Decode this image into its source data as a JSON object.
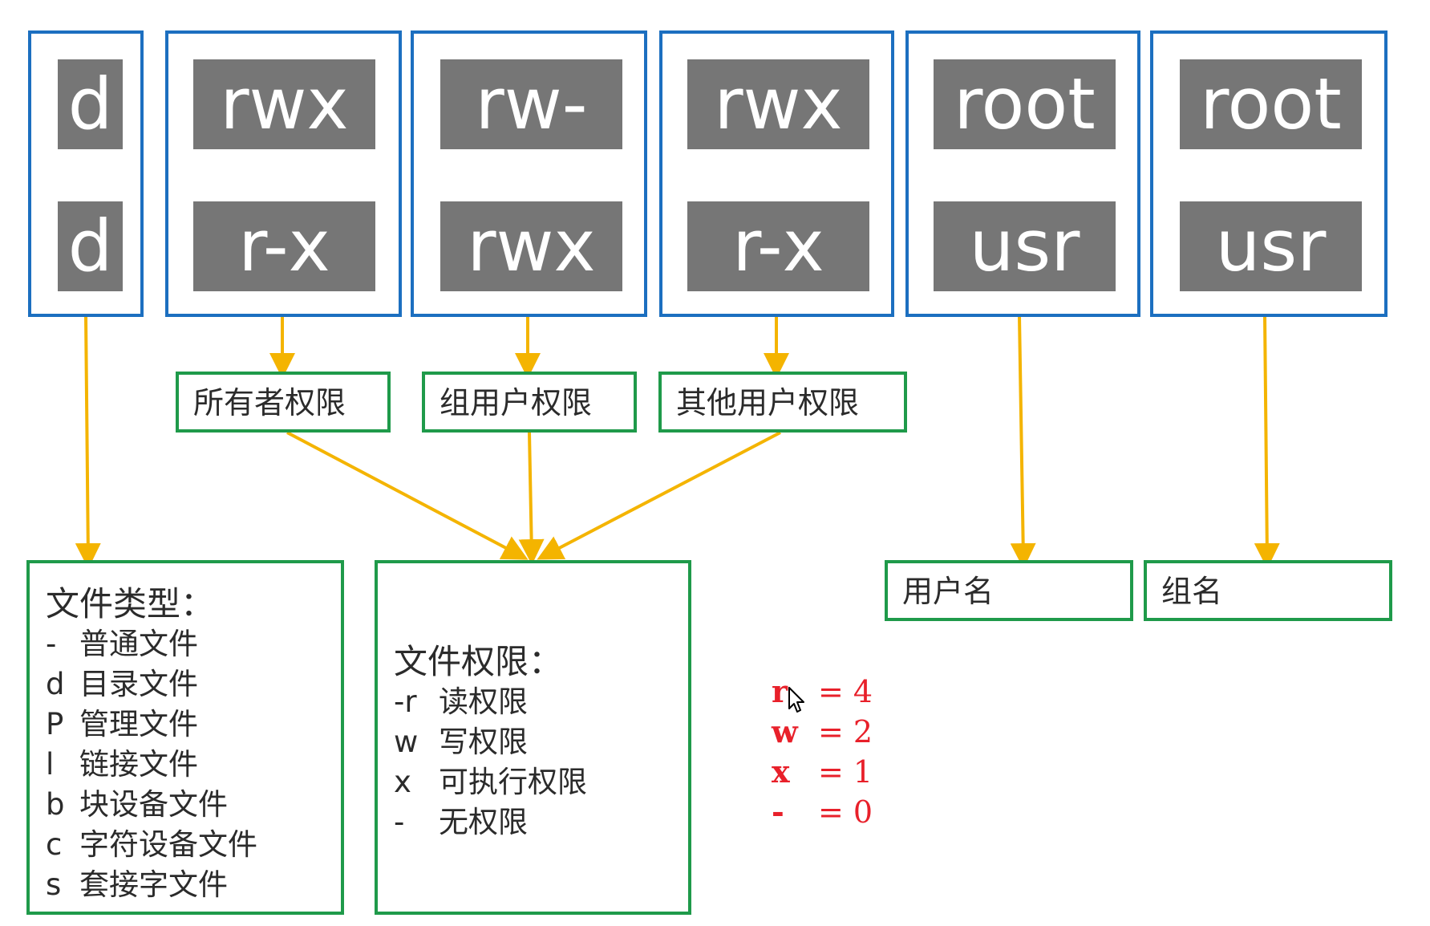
{
  "columns": [
    {
      "top": "d",
      "bottom": "d"
    },
    {
      "top": "rwx",
      "bottom": "r-x"
    },
    {
      "top": "rw-",
      "bottom": "rwx"
    },
    {
      "top": "rwx",
      "bottom": "r-x"
    },
    {
      "top": "root",
      "bottom": "usr"
    },
    {
      "top": "root",
      "bottom": "usr"
    }
  ],
  "permission_labels": {
    "owner": "所有者权限",
    "group": "组用户权限",
    "other": "其他用户权限"
  },
  "file_type": {
    "title": "文件类型：",
    "items": [
      {
        "key": "-",
        "label": "普通文件"
      },
      {
        "key": "d",
        "label": "目录文件"
      },
      {
        "key": "P",
        "label": "管理文件"
      },
      {
        "key": "l",
        "label": "链接文件"
      },
      {
        "key": "b",
        "label": "块设备文件"
      },
      {
        "key": "c",
        "label": "字符设备文件"
      },
      {
        "key": "s",
        "label": "套接字文件"
      }
    ]
  },
  "file_permission": {
    "title": "文件权限：",
    "items": [
      {
        "key": "-r",
        "label": "读权限"
      },
      {
        "key": "w",
        "label": "写权限"
      },
      {
        "key": "x",
        "label": "可执行权限"
      },
      {
        "key": "-",
        "label": "无权限"
      }
    ]
  },
  "user_name_label": "用户名",
  "group_name_label": "组名",
  "weights": [
    {
      "key": "r",
      "value": "= 4"
    },
    {
      "key": "w",
      "value": "= 2"
    },
    {
      "key": "x",
      "value": "= 1"
    },
    {
      "key": "-",
      "value": "= 0"
    }
  ],
  "colors": {
    "column_border": "#1c6fc0",
    "tile": "#767676",
    "label_border": "#1f9a4a",
    "arrow": "#f4b400",
    "weights_text": "#e8202a"
  }
}
